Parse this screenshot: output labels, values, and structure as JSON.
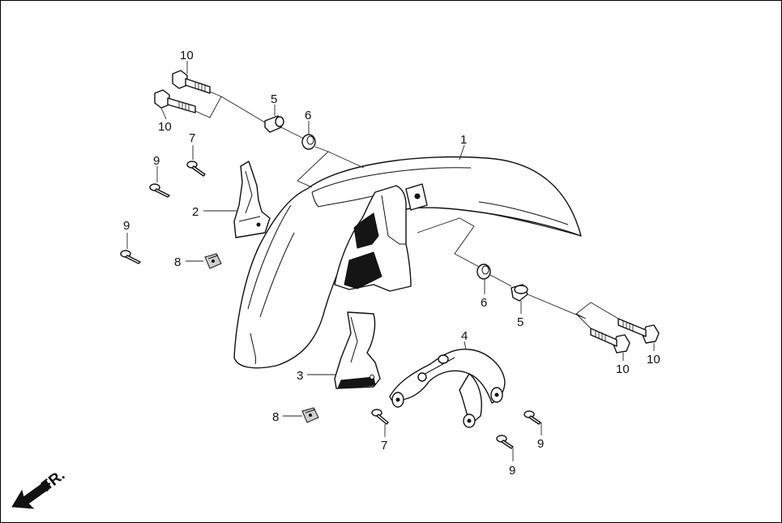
{
  "labels": {
    "p1": "1",
    "p2": "2",
    "p3": "3",
    "p4": "4",
    "p5a": "5",
    "p5b": "5",
    "p6a": "6",
    "p6b": "6",
    "p7a": "7",
    "p7b": "7",
    "p8a": "8",
    "p8b": "8",
    "p9a": "9",
    "p9b": "9",
    "p9c": "9",
    "p9d": "9",
    "p10a": "10",
    "p10b": "10",
    "p10c": "10",
    "p10d": "10"
  },
  "direction": {
    "text": "FR.",
    "icon": "arrow-down-left-icon"
  },
  "colors": {
    "line": "#111111",
    "background": "#ffffff"
  }
}
